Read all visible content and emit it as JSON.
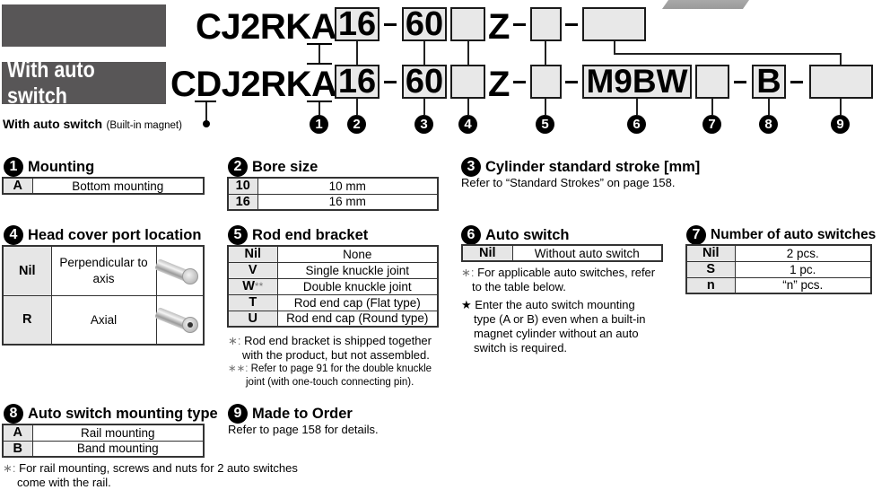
{
  "header": {
    "row1_part_prefix": "CJ2RK",
    "row1_mount_code": "A",
    "row2_badge": "With auto switch",
    "row2_part_prefix_c": "C",
    "row2_part_prefix_d": "D",
    "row2_part_prefix_rest": "J2RK",
    "row2_mount_code": "A",
    "bore_code": "16",
    "stroke_code": "60",
    "z_code": "Z",
    "dash": "–",
    "auto_switch_code": "M9BW",
    "mounting_type_code": "B",
    "annotation_bold": "With auto switch",
    "annotation_small": "(Built-in magnet)",
    "numbers": [
      "1",
      "2",
      "3",
      "4",
      "5",
      "6",
      "7",
      "8",
      "9"
    ]
  },
  "sections": {
    "mounting": {
      "num": "1",
      "title": "Mounting",
      "rows": [
        {
          "code": "A",
          "desc": "Bottom mounting"
        }
      ]
    },
    "bore_size": {
      "num": "2",
      "title": "Bore size",
      "rows": [
        {
          "code": "10",
          "desc": "10 mm"
        },
        {
          "code": "16",
          "desc": "16 mm"
        }
      ]
    },
    "stroke": {
      "num": "3",
      "title": "Cylinder standard stroke [mm]",
      "text": "Refer to “Standard Strokes” on page 158."
    },
    "head_cover": {
      "num": "4",
      "title": "Head cover port location",
      "rows": [
        {
          "code": "Nil",
          "desc_line1": "Perpendicular to",
          "desc_line2": "axis",
          "image": "rod-end-perpendicular-port"
        },
        {
          "code": "R",
          "desc_line1": "Axial",
          "desc_line2": "",
          "image": "rod-end-axial-port"
        }
      ]
    },
    "rod_end_bracket": {
      "num": "5",
      "title": "Rod end bracket",
      "rows": [
        {
          "code": "Nil",
          "sup": "",
          "desc": "None"
        },
        {
          "code": "V",
          "sup": "",
          "desc": "Single knuckle joint"
        },
        {
          "code": "W",
          "sup": "**",
          "desc": "Double knuckle joint"
        },
        {
          "code": "T",
          "sup": "",
          "desc": "Rod end cap (Flat type)"
        },
        {
          "code": "U",
          "sup": "",
          "desc": "Rod end cap (Round type)"
        }
      ],
      "note1_mark": "∗:",
      "note1_line1": " Rod end bracket is shipped together",
      "note1_line2": "with the product, but not assembled.",
      "note2_mark": "∗∗:",
      "note2_line1": " Refer to page 91 for the double knuckle",
      "note2_line2": "joint (with one-touch connecting pin)."
    },
    "auto_switch": {
      "num": "6",
      "title": "Auto switch",
      "rows": [
        {
          "code": "Nil",
          "desc": "Without auto switch"
        }
      ],
      "note1_mark": "∗:",
      "note1_line1": " For applicable auto switches, refer",
      "note1_line2": "to the table below.",
      "note2_mark": "★",
      "note2_line1": " Enter the auto switch mounting",
      "note2_line2": "type (A or B) even when a built-in",
      "note2_line3": "magnet cylinder without an auto",
      "note2_line4": "switch is required."
    },
    "num_switches": {
      "num": "7",
      "title": "Number of auto switches",
      "rows": [
        {
          "code": "Nil",
          "desc": "2 pcs."
        },
        {
          "code": "S",
          "desc": "1 pc."
        },
        {
          "code": "n",
          "desc": "“n” pcs."
        }
      ]
    },
    "mounting_type": {
      "num": "8",
      "title": "Auto switch mounting type",
      "rows": [
        {
          "code": "A",
          "desc": "Rail mounting"
        },
        {
          "code": "B",
          "desc": "Band mounting"
        }
      ],
      "note_mark": "∗:",
      "note_line1": " For rail mounting, screws and nuts for 2 auto switches",
      "note_line2": "come with the rail."
    },
    "made_to_order": {
      "num": "9",
      "title": "Made to Order",
      "text": "Refer to page 158 for details."
    }
  }
}
